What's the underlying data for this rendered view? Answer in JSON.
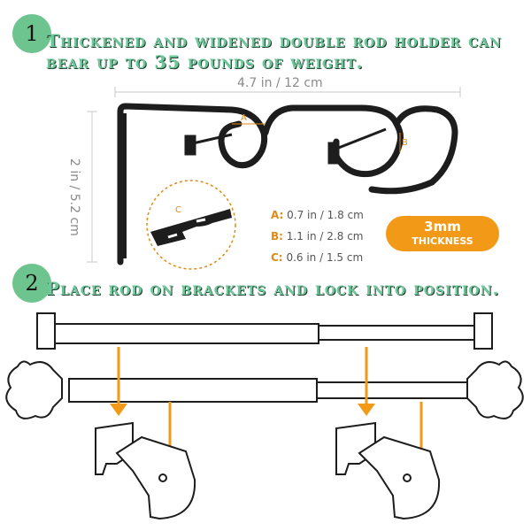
{
  "step1": {
    "number": "1",
    "text": "Thickened and widened double rod holder can bear up to 35 pounds of weight."
  },
  "dimensions": {
    "width": "4.7 in / 12 cm",
    "height": "2 in / 5.2 cm"
  },
  "labels": {
    "a": "A",
    "b": "B",
    "c": "C"
  },
  "specs": [
    {
      "letter": "A:",
      "value": "0.7 in / 1.8 cm"
    },
    {
      "letter": "B:",
      "value": "1.1 in / 2.8 cm"
    },
    {
      "letter": "C:",
      "value": "0.6 in / 1.5 cm"
    }
  ],
  "thickness": {
    "value": "3mm",
    "label": "THICKNESS"
  },
  "step2": {
    "number": "2",
    "text": "Place rod on brackets and lock into position."
  },
  "colors": {
    "accent": "#f29a17",
    "heading": "#6cc79a",
    "badge": "#6ec48e"
  }
}
